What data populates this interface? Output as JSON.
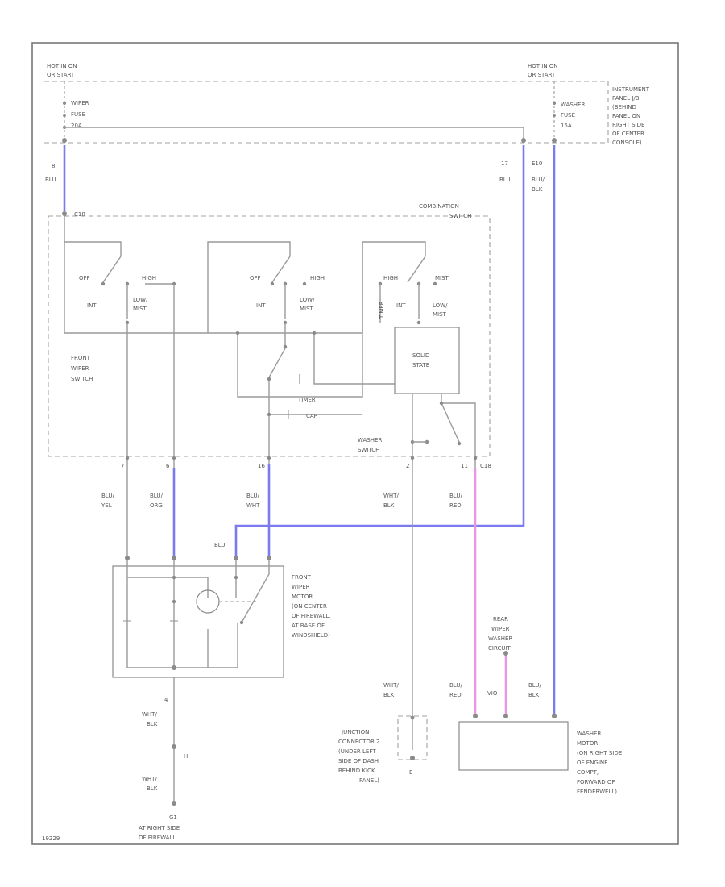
{
  "labels": {
    "hot_left_1": "HOT IN ON",
    "hot_left_2": "OR START",
    "wiper_fuse_1": "WIPER",
    "wiper_fuse_2": "FUSE",
    "wiper_fuse_3": "20A",
    "hot_right_1": "HOT IN ON",
    "hot_right_2": "OR START",
    "washer_fuse_1": "WASHER",
    "washer_fuse_2": "FUSE",
    "washer_fuse_3": "15A",
    "ipanel_1": "INSTRUMENT",
    "ipanel_2": "PANEL J/B",
    "ipanel_3": "(BEHIND",
    "ipanel_4": "PANEL ON",
    "ipanel_5": "RIGHT SIDE",
    "ipanel_6": "OF CENTER",
    "ipanel_7": "CONSOLE)",
    "pin_8": "8",
    "wire_blu_top": "BLU",
    "conn_c18": "C18",
    "pin_17": "17",
    "conn_e10": "E10",
    "wire_blu_right1": "BLU",
    "wire_blu_right2a": "BLU/",
    "wire_blu_right2b": "BLK",
    "comb_1": "COMBINATION",
    "comb_2": "SWITCH",
    "sw1_off": "OFF",
    "sw1_high": "HIGH",
    "sw1_int": "INT",
    "sw1_low_1": "LOW/",
    "sw1_low_2": "MIST",
    "sw2_off": "OFF",
    "sw2_high": "HIGH",
    "sw2_int": "INT",
    "sw2_low_1": "LOW/",
    "sw2_low_2": "MIST",
    "sw3_high": "HIGH",
    "sw3_mist": "MIST",
    "sw3_int": "INT",
    "sw3_low_1": "LOW/",
    "sw3_low_2": "MIST",
    "sw3_vert": "TIMER",
    "front_sw_1": "FRONT",
    "front_sw_2": "WIPER",
    "front_sw_3": "SWITCH",
    "solid_1": "SOLID",
    "solid_2": "STATE",
    "timer_label": "TIMER",
    "cap_label": "CAP",
    "washer_sw_1": "WASHER",
    "washer_sw_2": "SWITCH",
    "pin_7": "7",
    "pin_6": "6",
    "pin_16": "16",
    "pin_2": "2",
    "pin_11": "11",
    "conn_c18b": "C18",
    "w_blu_yel_1": "BLU/",
    "w_blu_yel_2": "YEL",
    "w_blu_org_1": "BLU/",
    "w_blu_org_2": "ORG",
    "w_blu_wht_1": "BLU/",
    "w_blu_wht_2": "WHT",
    "w_wht_blk_1": "WHT/",
    "w_wht_blk_2": "BLK",
    "w_blu_red_1": "BLU/",
    "w_blu_red_2": "RED",
    "w_blu_mid": "BLU",
    "motor_1": "FRONT",
    "motor_2": "WIPER",
    "motor_3": "MOTOR",
    "motor_4": "(ON CENTER",
    "motor_5": "OF FIREWALL,",
    "motor_6": "AT BASE OF",
    "motor_7": "WINDSHIELD)",
    "rear_1": "REAR",
    "rear_2": "WIPER",
    "rear_3": "WASHER",
    "rear_4": "CIRCUIT",
    "pin_4": "4",
    "w_wht_blk_3": "WHT/",
    "w_wht_blk_4": "BLK",
    "w_wht_blk_5": "WHT/",
    "w_wht_blk_6": "BLK",
    "w_blu_red_3": "BLU/",
    "w_blu_red_4": "RED",
    "w_vio": "VIO",
    "w_blu_blk_3": "BLU/",
    "w_blu_blk_4": "BLK",
    "ground_h": "H",
    "ground_g1": "G1",
    "ground_g1_loc_1": "AT RIGHT SIDE",
    "ground_g1_loc_2": "OF FIREWALL",
    "jc_1": "JUNCTION",
    "jc_2": "CONNECTOR 2",
    "jc_3": "(UNDER LEFT",
    "jc_4": "SIDE OF DASH",
    "jc_5": "BEHIND KICK",
    "jc_6": "PANEL)",
    "ground_e": "E",
    "wm_1": "WASHER",
    "wm_2": "MOTOR",
    "wm_3": "(ON RIGHT SIDE",
    "wm_4": "OF ENGINE",
    "wm_5": "COMPT,",
    "wm_6": "FORWARD OF",
    "wm_7": "FENDERWELL)",
    "code": "19229"
  }
}
